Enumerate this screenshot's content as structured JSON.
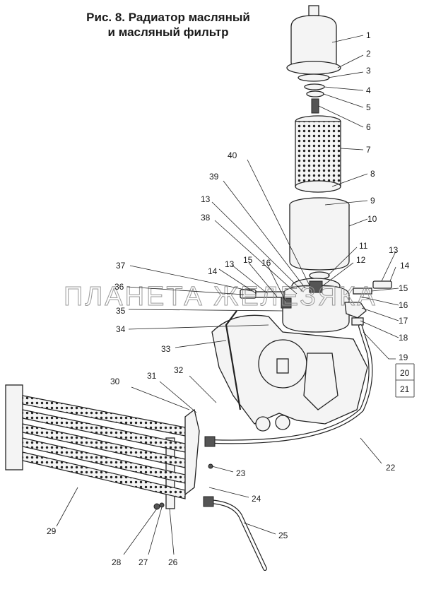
{
  "title": {
    "line1": "Рис. 8. Радиатор масляный",
    "line2": "и масляный фильтр"
  },
  "watermark": "ПЛАНЕТА ЖЕЛЕЗЯКА",
  "callouts": [
    "1",
    "2",
    "3",
    "4",
    "5",
    "6",
    "7",
    "8",
    "9",
    "10",
    "11",
    "12",
    "13",
    "14",
    "15",
    "16",
    "17",
    "18",
    "19",
    "20",
    "21",
    "22",
    "23",
    "24",
    "25",
    "26",
    "27",
    "28",
    "29",
    "30",
    "31",
    "32",
    "33",
    "34",
    "35",
    "36",
    "37",
    "38",
    "39",
    "40",
    "13",
    "14",
    "15",
    "16",
    "13"
  ],
  "colors": {
    "line": "#222222",
    "paper": "#ffffff",
    "watermark": "#9a9a9a"
  }
}
